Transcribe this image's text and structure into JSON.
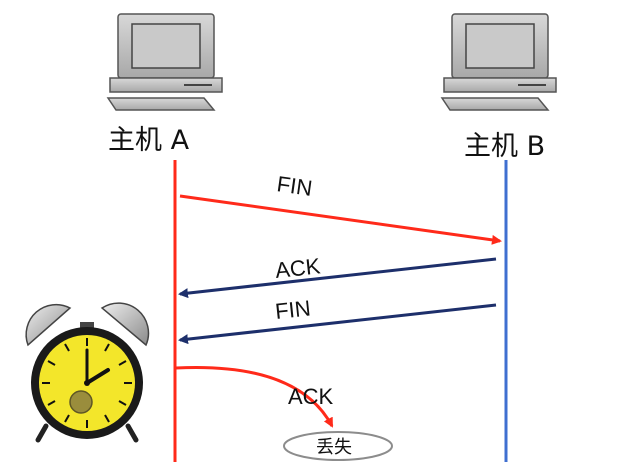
{
  "host_a": {
    "label": "主机 A"
  },
  "host_b": {
    "label": "主机 B"
  },
  "messages": [
    {
      "label": "FIN"
    },
    {
      "label": "ACK"
    },
    {
      "label": "FIN"
    },
    {
      "label": "ACK"
    }
  ],
  "lost_label": "丢失",
  "colors": {
    "host_a_line": "#ff2a1a",
    "host_b_line": "#3f6fd0",
    "fin_a_to_b": "#ff2a1a",
    "b_to_a_arrows": "#1d2f6b",
    "clock_face": "#f3e62a"
  },
  "icons": [
    "computer-icon",
    "alarm-clock-icon"
  ]
}
